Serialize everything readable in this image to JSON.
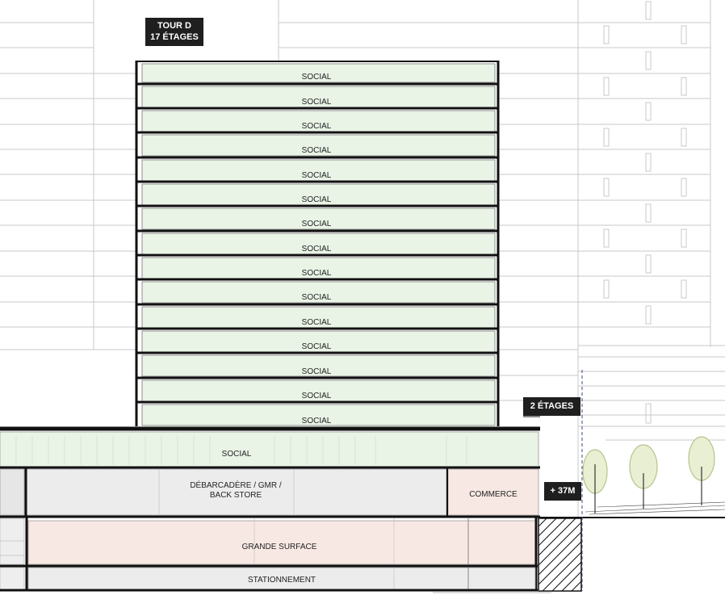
{
  "tower_tag": {
    "line1": "TOUR D",
    "line2": "17 ÉTAGES"
  },
  "podium_tag": "2 ÉTAGES",
  "height_tag": "+ 37M",
  "tower_floors": [
    "SOCIAL",
    "SOCIAL",
    "SOCIAL",
    "SOCIAL",
    "SOCIAL",
    "SOCIAL",
    "SOCIAL",
    "SOCIAL",
    "SOCIAL",
    "SOCIAL",
    "SOCIAL",
    "SOCIAL",
    "SOCIAL",
    "SOCIAL",
    "SOCIAL"
  ],
  "podium": {
    "social": "SOCIAL",
    "loading": {
      "line1": "DÉBARCADÈRE / GMR /",
      "line2": "BACK STORE"
    },
    "commerce": "COMMERCE",
    "grande_surface": "GRANDE SURFACE",
    "parking": "STATIONNEMENT"
  },
  "colors": {
    "residential_green": "#e9f3e6",
    "commercial_pink": "#f8e8e4",
    "service_gray": "#ececec",
    "tag_dark": "#1f1f1f",
    "tree_fill": "#e8efd2"
  }
}
